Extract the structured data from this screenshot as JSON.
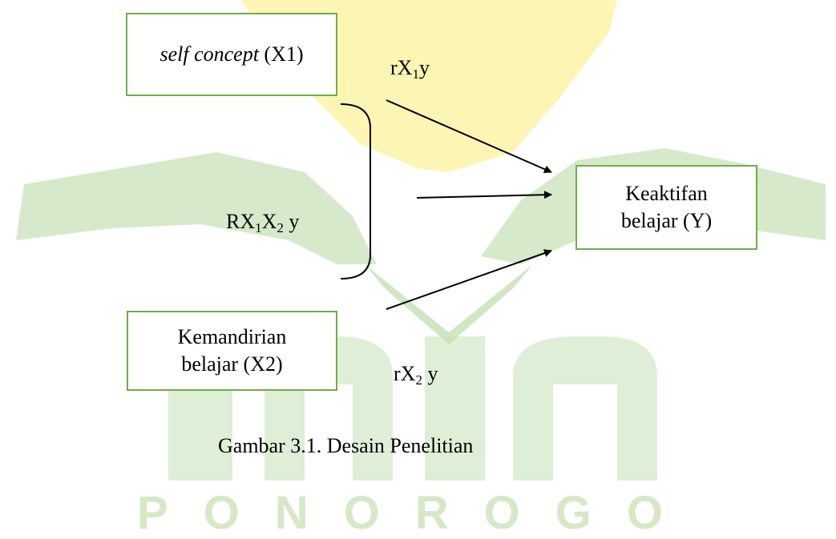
{
  "watermark": {
    "text": "PONOROGO",
    "logo_label": "IAIN",
    "colors": {
      "yellow": "#fdf5b4",
      "green": "#c5e0b4"
    }
  },
  "colors": {
    "box_border": "#70ad47",
    "arrow": "#000000"
  },
  "boxes": {
    "x1": {
      "italic": "self concept",
      "rest": " (X1)"
    },
    "x2": {
      "line1": "Kemandirian",
      "line2": "belajar (X2)"
    },
    "y": {
      "line1": "Keaktifan",
      "line2": "belajar (Y)"
    }
  },
  "labels": {
    "rx1y": {
      "pre": "rX",
      "sub": "1",
      "post": "y"
    },
    "rx1x2y": {
      "pre": "RX",
      "sub1": "1",
      "mid": "X",
      "sub2": "2",
      "post": " y"
    },
    "rx2y": {
      "pre": "rX",
      "sub": "2",
      "post": " y"
    }
  },
  "caption": "Gambar 3.1. Desain Penelitian"
}
